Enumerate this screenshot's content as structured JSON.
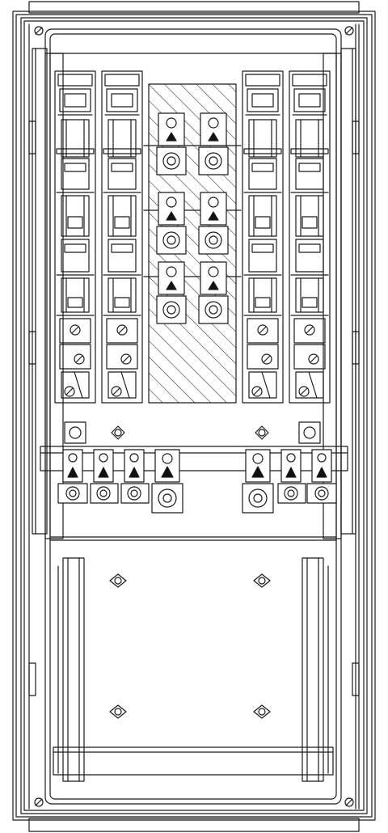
{
  "diagram": {
    "kind": "electrical-cabinet-line-drawing",
    "colors": {
      "line": "#1a1a1a",
      "background": "#ffffff",
      "fill_dark": "#111111"
    },
    "fuse_switch_units": [
      {
        "id": "fuse-left-1"
      },
      {
        "id": "fuse-left-2"
      },
      {
        "id": "fuse-right-1"
      },
      {
        "id": "fuse-right-2"
      }
    ],
    "center_busbar_panel": {
      "hatched": true,
      "terminal_rows": 3,
      "terminals_per_row": 2
    },
    "bottom_terminals": [
      {
        "id": "terminal-1",
        "size": "small"
      },
      {
        "id": "terminal-2",
        "size": "small"
      },
      {
        "id": "terminal-3",
        "size": "small"
      },
      {
        "id": "terminal-4",
        "size": "large"
      },
      {
        "id": "terminal-5",
        "size": "large"
      },
      {
        "id": "terminal-6",
        "size": "small"
      },
      {
        "id": "terminal-7",
        "size": "small"
      }
    ],
    "corner_screws": 4,
    "mounting_points": 6,
    "din_rails": 2,
    "text_labels": []
  }
}
